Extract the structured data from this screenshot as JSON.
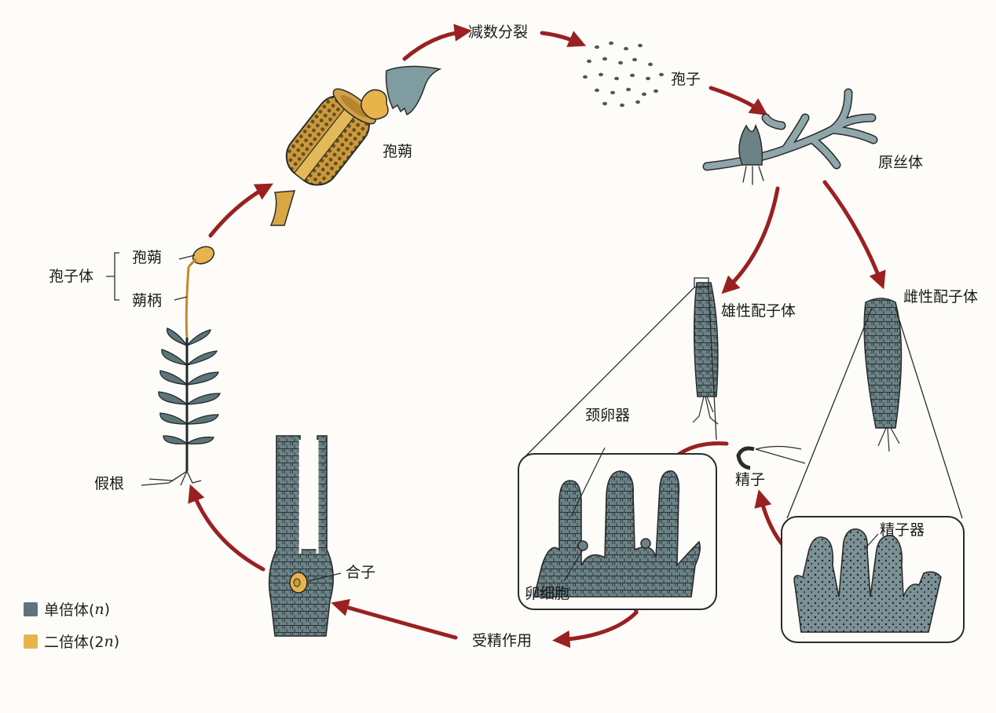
{
  "colors": {
    "haploid": "#5d7479",
    "diploid": "#e7b44c",
    "arrow": "#9a2121",
    "outline": "#2b2b2b",
    "background": "#fdfcf8"
  },
  "labels": {
    "meiosis": "减数分裂",
    "spores": "孢子",
    "protonema": "原丝体",
    "capsule_top": "孢蒴",
    "male_gametophyte": "雄性配子体",
    "female_gametophyte": "雌性配子体",
    "sporophyte": "孢子体",
    "capsule": "孢蒴",
    "seta": "蒴柄",
    "rhizoid": "假根",
    "archegonium_neck": "颈卵器",
    "egg_cell": "卵细胞",
    "sperm": "精子",
    "antheridium": "精子器",
    "zygote": "合子",
    "fertilization": "受精作用"
  },
  "legend": {
    "haploid_label": "单倍体(",
    "haploid_n": "n",
    "diploid_label": "二倍体(2",
    "diploid_n": "n",
    "close": ")",
    "haploid_icon": "haploid-swatch",
    "diploid_icon": "diploid-swatch"
  }
}
